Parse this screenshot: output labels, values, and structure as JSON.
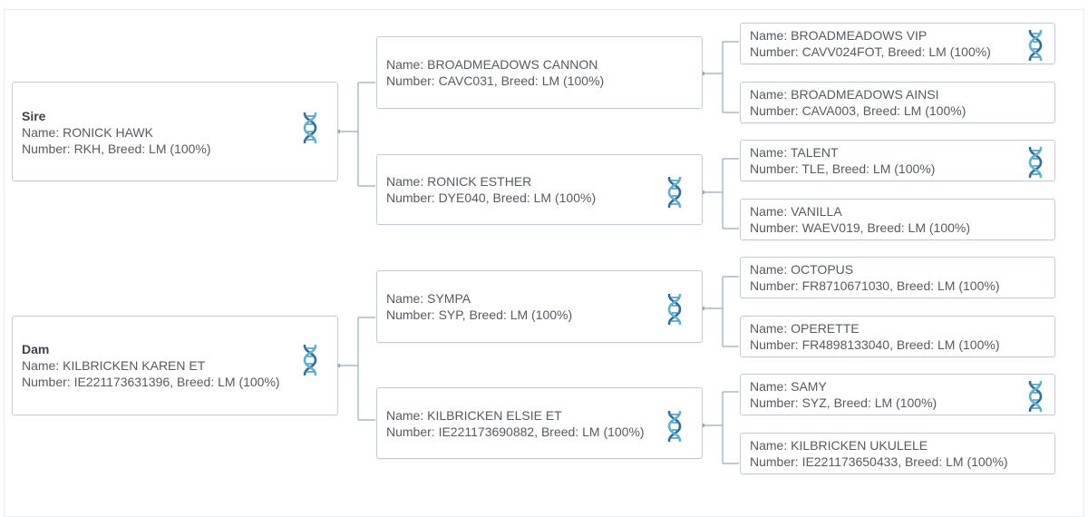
{
  "sire": {
    "role": "Sire",
    "name": "Name: RONICK HAWK",
    "number": "Number: RKH, Breed: LM (100%)",
    "sire": {
      "name": "Name: BROADMEADOWS CANNON",
      "number": "Number: CAVC031, Breed: LM (100%)",
      "sire": {
        "name": "Name: BROADMEADOWS VIP",
        "number": "Number: CAVV024FOT, Breed: LM (100%)"
      },
      "dam": {
        "name": "Name: BROADMEADOWS AINSI",
        "number": "Number: CAVA003, Breed: LM (100%)"
      }
    },
    "dam": {
      "name": "Name: RONICK ESTHER",
      "number": "Number: DYE040, Breed: LM (100%)",
      "sire": {
        "name": "Name: TALENT",
        "number": "Number: TLE, Breed: LM (100%)"
      },
      "dam": {
        "name": "Name: VANILLA",
        "number": "Number: WAEV019, Breed: LM (100%)"
      }
    }
  },
  "dam": {
    "role": "Dam",
    "name": "Name: KILBRICKEN KAREN ET",
    "number": "Number: IE221173631396, Breed: LM (100%)",
    "sire": {
      "name": "Name: SYMPA",
      "number": "Number: SYP, Breed: LM (100%)",
      "sire": {
        "name": "Name: OCTOPUS",
        "number": "Number: FR8710671030, Breed: LM (100%)"
      },
      "dam": {
        "name": "Name: OPERETTE",
        "number": "Number: FR4898133040, Breed: LM (100%)"
      }
    },
    "dam": {
      "name": "Name: KILBRICKEN ELSIE ET",
      "number": "Number: IE221173690882, Breed: LM (100%)",
      "sire": {
        "name": "Name: SAMY",
        "number": "Number: SYZ, Breed: LM (100%)"
      },
      "dam": {
        "name": "Name: KILBRICKEN UKULELE",
        "number": "Number: IE221173650433, Breed: LM (100%)"
      }
    }
  },
  "icons": {
    "dna": "dna-helix-icon"
  },
  "colors": {
    "dna_dark": "#2e6f9a",
    "dna_light": "#5fb0cf",
    "border": "#c3ccd4",
    "connector": "#9aaab8",
    "text": "#555b62"
  }
}
